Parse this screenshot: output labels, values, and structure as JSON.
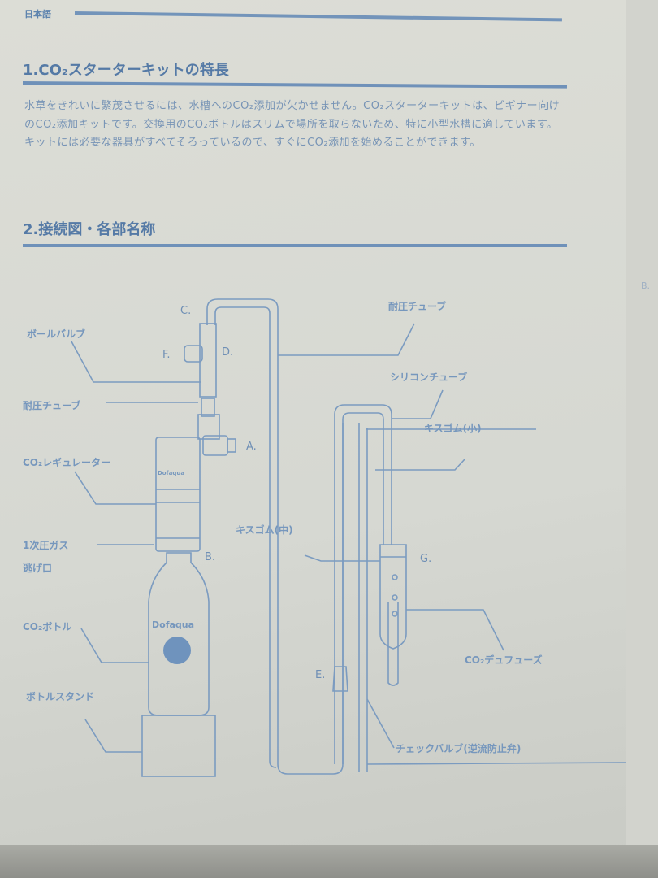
{
  "header": {
    "language": "日本語"
  },
  "section1": {
    "title": "1.CO₂スターターキットの特長",
    "body": "水草をきれいに繁茂させるには、水槽へのCO₂添加が欠かせません。CO₂スターターキットは、ビギナー向けのCO₂添加キットです。交換用のCO₂ボトルはスリムで場所を取らないため、特に小型水槽に適しています。キットには必要な器具がすべてそろっているので、すぐにCO₂添加を始めることができます。"
  },
  "section2": {
    "title": "2.接続図・各部名称"
  },
  "diagram": {
    "labels": {
      "ball_valve": "ボールバルブ",
      "pressure_tube_left": "耐圧チューブ",
      "regulator": "CO₂レギュレーター",
      "primary_gas_1": "1次圧ガス",
      "primary_gas_2": "逃げ口",
      "bottle": "CO₂ボトル",
      "bottle_stand": "ボトルスタンド",
      "pressure_tube_right": "耐圧チューブ",
      "silicone_tube": "シリコンチューブ",
      "suction_small": "キスゴム(小)",
      "suction_medium": "キスゴム(中)",
      "diffuser": "CO₂デュフューズ",
      "check_valve": "チェックバルブ(逆流防止弁)"
    },
    "letters": {
      "a": "A.",
      "b": "B.",
      "c": "C.",
      "d": "D.",
      "e": "E.",
      "f": "F.",
      "g": "G."
    },
    "brand": "Dofaqua"
  },
  "side_page": {
    "mark": "B."
  },
  "colors": {
    "ink": "#5d83ae",
    "paper": "#dcddd6"
  }
}
